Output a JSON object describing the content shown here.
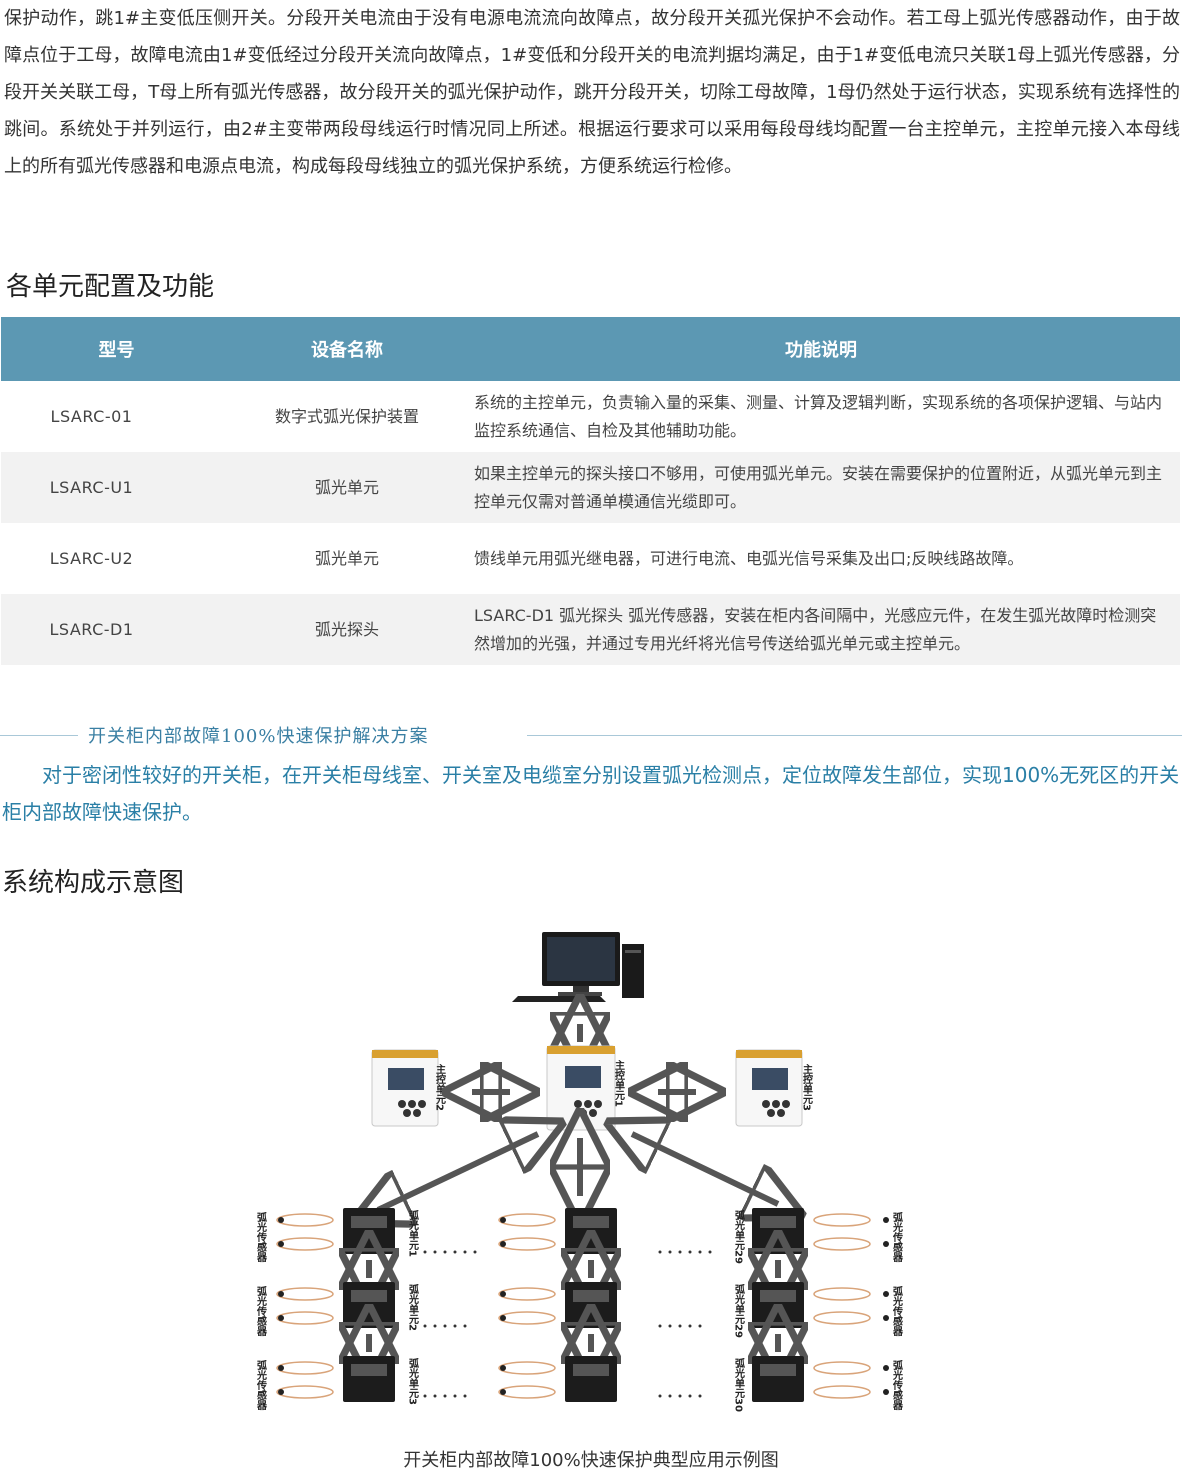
{
  "intro_text": "保护动作，跳1#主变低压侧开关。分段开关电流由于没有电源电流流向故障点，故分段开关孤光保护不会动作。若工母上弧光传感器动作，由于故障点位于工母，故障电流由1#变低经过分段开关流向故障点，1#变低和分段开关的电流判据均满足，由于1#变低电流只关联1母上弧光传感器，分段开关关联工母，T母上所有弧光传感器，故分段开关的弧光保护动作，跳开分段开关，切除工母故障，1母仍然处于运行状态，实现系统有选择性的跳间。系统处于并列运行，由2#主变带两段母线运行时情况同上所述。根据运行要求可以采用每段母线均配置一台主控单元，主控单元接入本母线上的所有弧光传感器和电源点电流，构成每段母线独立的弧光保护系统，方便系统运行检修。",
  "section_config_title": "各单元配置及功能",
  "table": {
    "headers": [
      "型号",
      "设备名称",
      "功能说明"
    ],
    "rows": [
      {
        "model": "LSARC-01",
        "name": "数字式弧光保护装置",
        "desc": "系统的主控单元，负责输入量的采集、测量、计算及逻辑判断，实现系统的各项保护逻辑、与站内监控系统通信、自检及其他辅助功能。"
      },
      {
        "model": "LSARC-U1",
        "name": "弧光单元",
        "desc": "如果主控单元的探头接口不够用，可使用弧光单元。安装在需要保护的位置附近，从弧光单元到主控单元仅需对普通单模通信光缆即可。"
      },
      {
        "model": "LSARC-U2",
        "name": "弧光单元",
        "desc": "馈线单元用弧光继电器，可进行电流、电弧光信号采集及出口;反映线路故障。"
      },
      {
        "model": "LSARC-D1",
        "name": "弧光探头",
        "desc": "LSARC-D1 弧光探头 弧光传感器，安装在柜内各间隔中，光感应元件，在发生弧光故障时检测突然增加的光强，并通过专用光纤将光信号传送给弧光单元或主控单元。"
      }
    ]
  },
  "solution_title": "开关柜内部故障100%快速保护解决方案",
  "solution_text": "对于密闭性较好的开关柜，在开关柜母线室、开关室及电缆室分别设置弧光检测点，定位故障发生部位，实现100%无死区的开关柜内部故障快速保护。",
  "section_diagram_title": "系统构成示意图",
  "diagram": {
    "main_units": [
      "主控单元2",
      "主控单元1",
      "主控单元3"
    ],
    "sensor_label": "弧光传感器",
    "arc_unit_labels": [
      "弧光单元1",
      "弧光单元2",
      "弧光单元3",
      "弧光单元29",
      "弧光单元29",
      "弧光单元30"
    ],
    "colors": {
      "device_dark": "#1c1c1c",
      "fiber": "#d9a47a",
      "arrow": "#555555"
    }
  },
  "caption": "开关柜内部故障100%快速保护典型应用示例图"
}
